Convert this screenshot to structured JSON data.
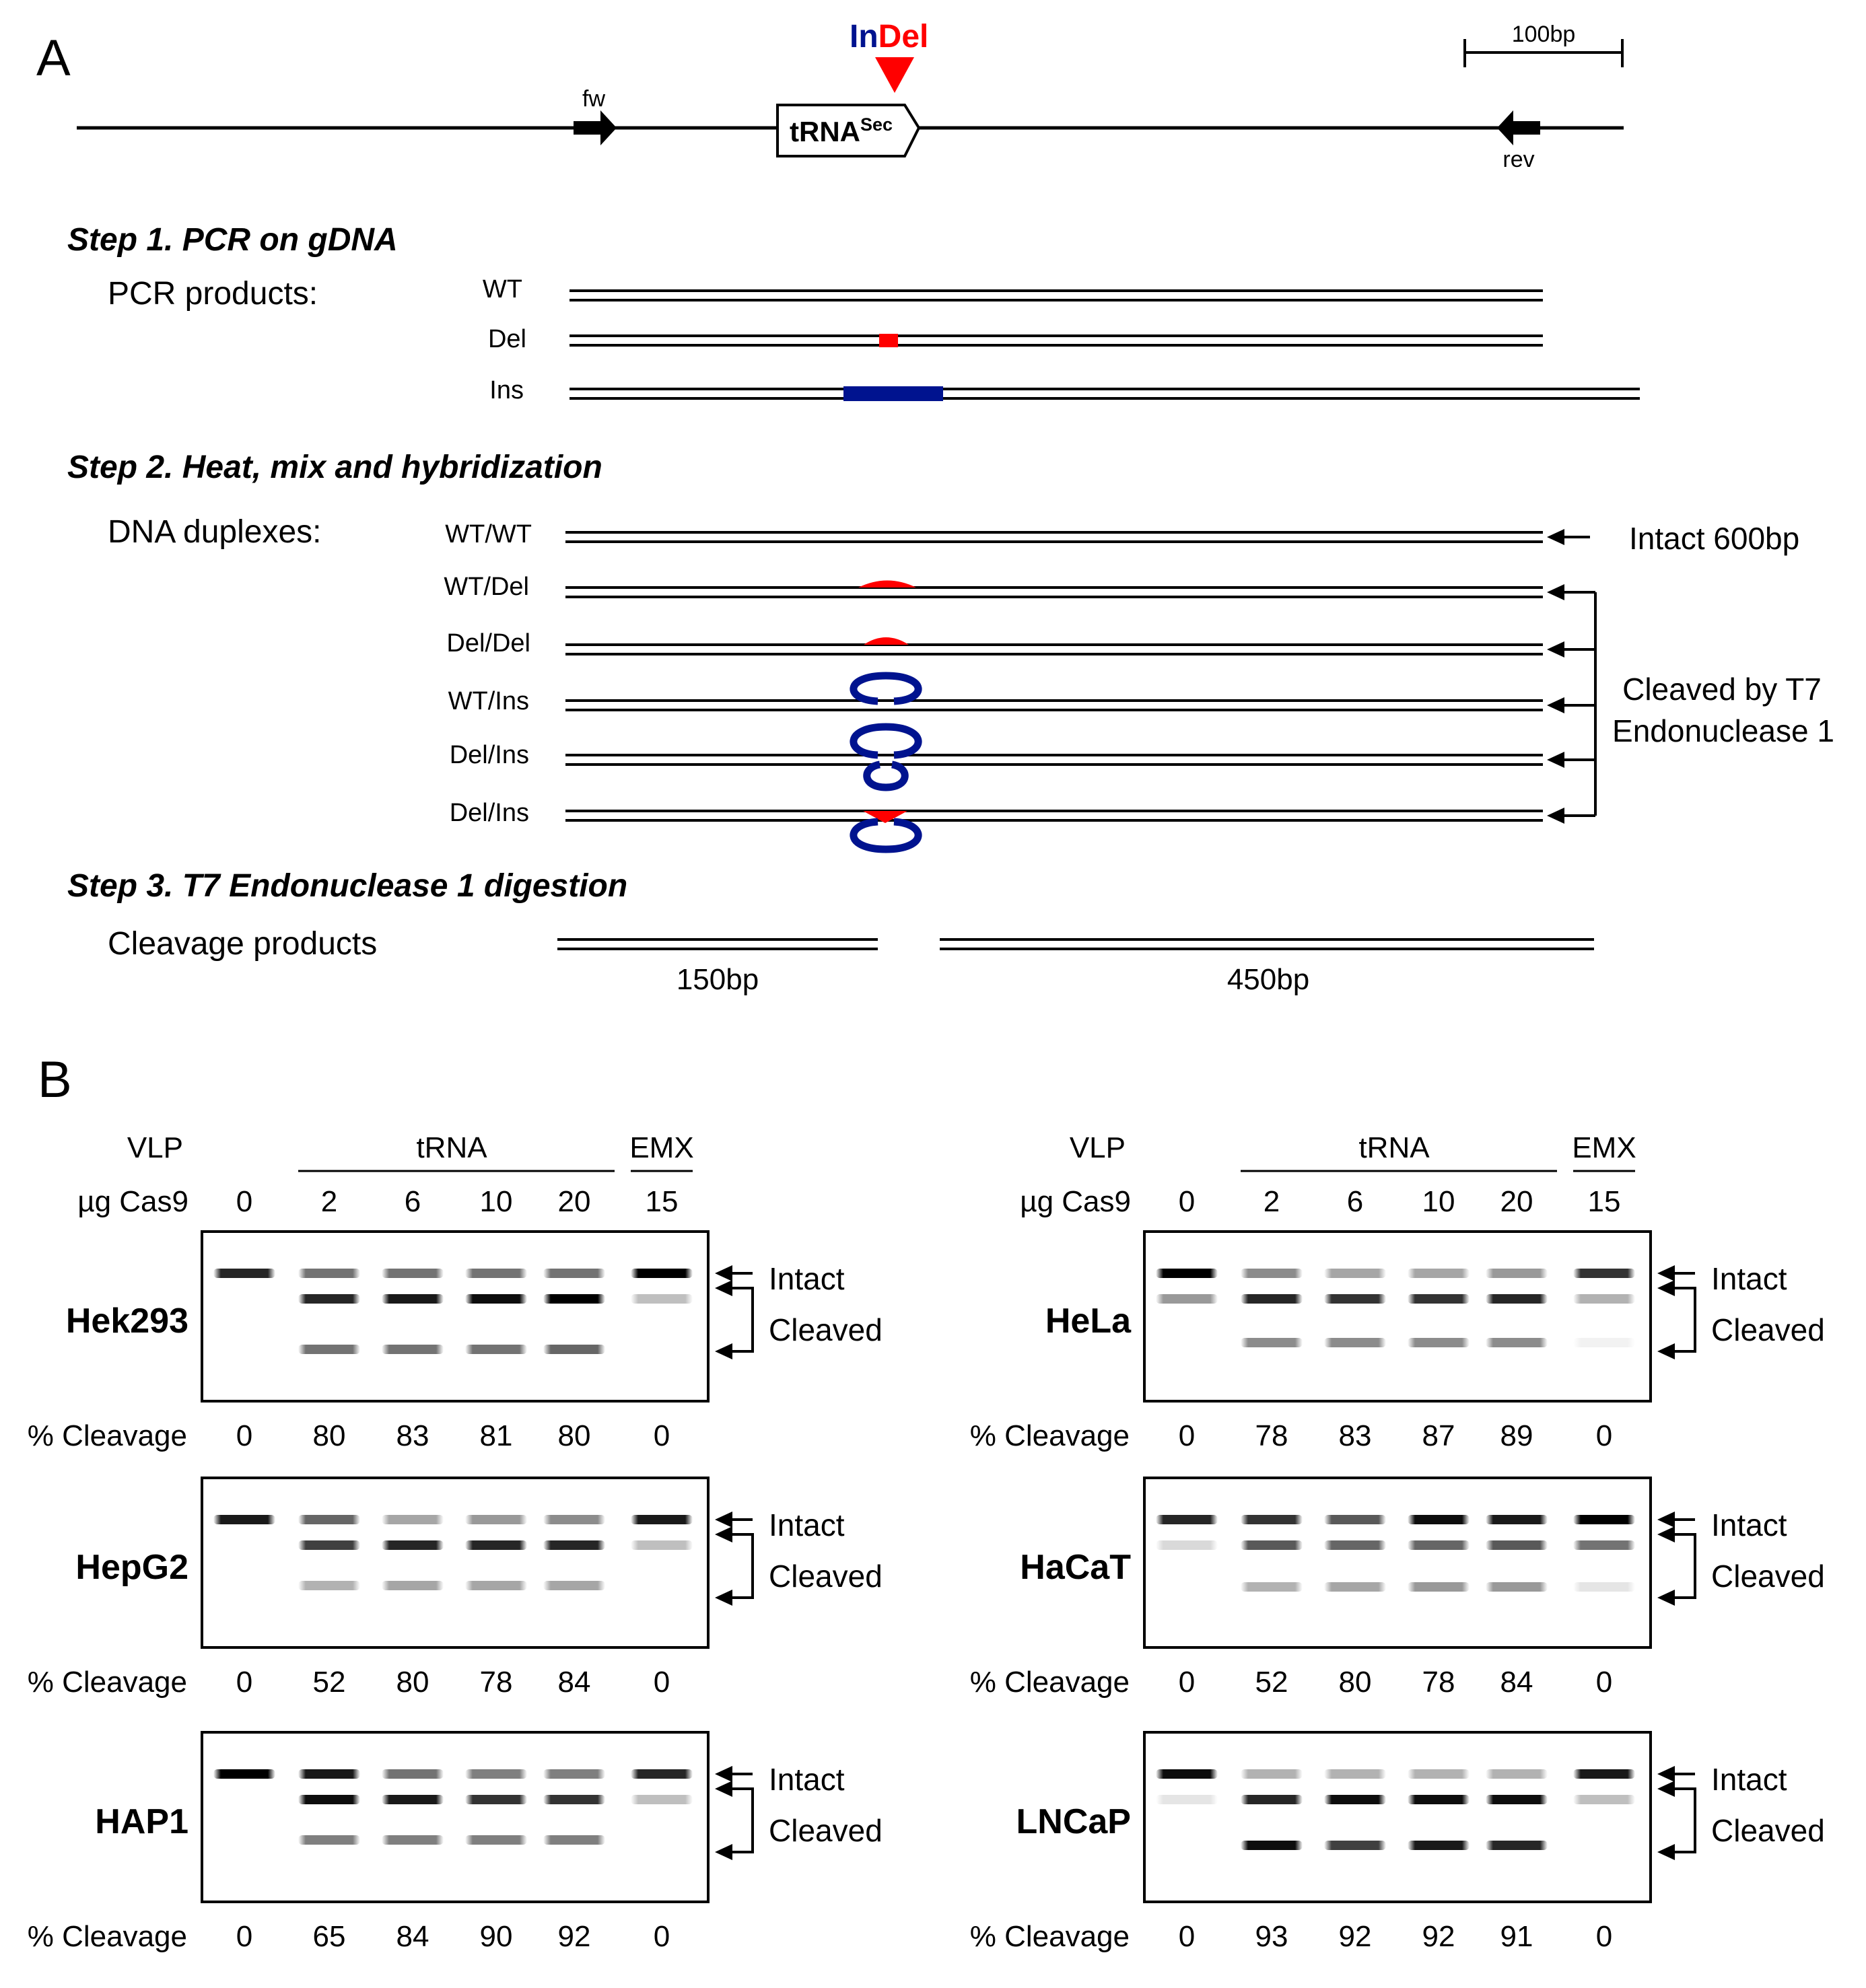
{
  "panel_a": {
    "label": "A",
    "indel": {
      "in": "In",
      "del": "Del"
    },
    "scale_label": "100bp",
    "primer_fw": "fw",
    "primer_rev": "rev",
    "gene": {
      "name": "tRNA",
      "superscript": "Sec"
    },
    "step1": {
      "title": "Step 1. PCR on gDNA",
      "subtitle": "PCR products:",
      "rows": [
        "WT",
        "Del",
        "Ins"
      ]
    },
    "step2": {
      "title": "Step 2. Heat, mix and hybridization",
      "subtitle": "DNA duplexes:",
      "rows": [
        "WT/WT",
        "WT/Del",
        "Del/Del",
        "WT/Ins",
        "Del/Ins",
        "Del/Ins"
      ],
      "intact_label": "Intact 600bp",
      "cleaved_label_1": "Cleaved by T7",
      "cleaved_label_2": "Endonuclease 1"
    },
    "step3": {
      "title": "Step 3. T7 Endonuclease 1 digestion",
      "subtitle": "Cleavage products",
      "frag1": "150bp",
      "frag2": "450bp"
    }
  },
  "panel_b": {
    "label": "B",
    "vlp_label": "VLP",
    "trna_label": "tRNA",
    "emx_label": "EMX",
    "cas9_label": "µg Cas9",
    "doses": [
      "0",
      "2",
      "6",
      "10",
      "20",
      "15"
    ],
    "cleavage_label": "% Cleavage",
    "intact_label": "Intact",
    "cleaved_label": "Cleaved",
    "gels": [
      {
        "cell": "Hek293",
        "values": [
          "0",
          "80",
          "83",
          "81",
          "80",
          "0"
        ]
      },
      {
        "cell": "HeLa",
        "values": [
          "0",
          "78",
          "83",
          "87",
          "89",
          "0"
        ]
      },
      {
        "cell": "HepG2",
        "values": [
          "0",
          "52",
          "80",
          "78",
          "84",
          "0"
        ]
      },
      {
        "cell": "HaCaT",
        "values": [
          "0",
          "52",
          "80",
          "78",
          "84",
          "0"
        ]
      },
      {
        "cell": "HAP1",
        "values": [
          "0",
          "65",
          "84",
          "90",
          "92",
          "0"
        ]
      },
      {
        "cell": "LNCaP",
        "values": [
          "0",
          "93",
          "92",
          "92",
          "91",
          "0"
        ]
      }
    ]
  },
  "colors": {
    "del": "#ff0000",
    "ins": "#00138f",
    "line": "#000000"
  }
}
